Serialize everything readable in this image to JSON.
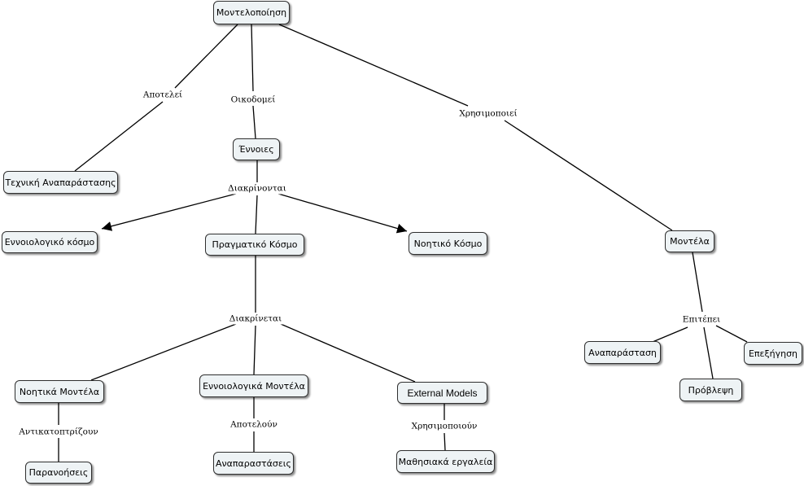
{
  "concepts": {
    "root": "Μοντελοποίηση",
    "technique": "Τεχνική Αναπαράστασης",
    "concepts_node": "Έννοιες",
    "conceptual_world": "Εννοιολογικό κόσμο",
    "real_world": "Πραγματικό Κόσμο",
    "mental_world": "Νοητικό Κόσμο",
    "models": "Μοντέλα",
    "mental_models": "Νοητικά Μοντέλα",
    "conceptual_models": "Εννοιολογικά Μοντέλα",
    "external_models": "External Models",
    "misconceptions": "Παρανοήσεις",
    "representations": "Αναπαραστάσεις",
    "math_tools": "Μαθησιακά εργαλεία",
    "representation": "Αναπαράσταση",
    "prediction": "Πρόβλεψη",
    "explanation": "Επεξήγηση"
  },
  "linking_phrases": {
    "constitutes": "Αποτελεί",
    "builds": "Οικοδομεί",
    "uses": "Χρησιμοποιεί",
    "are_distinguished": "Διακρίνονται",
    "is_distinguished": "Διακρίνεται",
    "reflect": "Αντικατοπτρίζουν",
    "constitute": "Αποτελούν",
    "use": "Χρησιμοποιούν",
    "allows": "Επιτέπει"
  }
}
